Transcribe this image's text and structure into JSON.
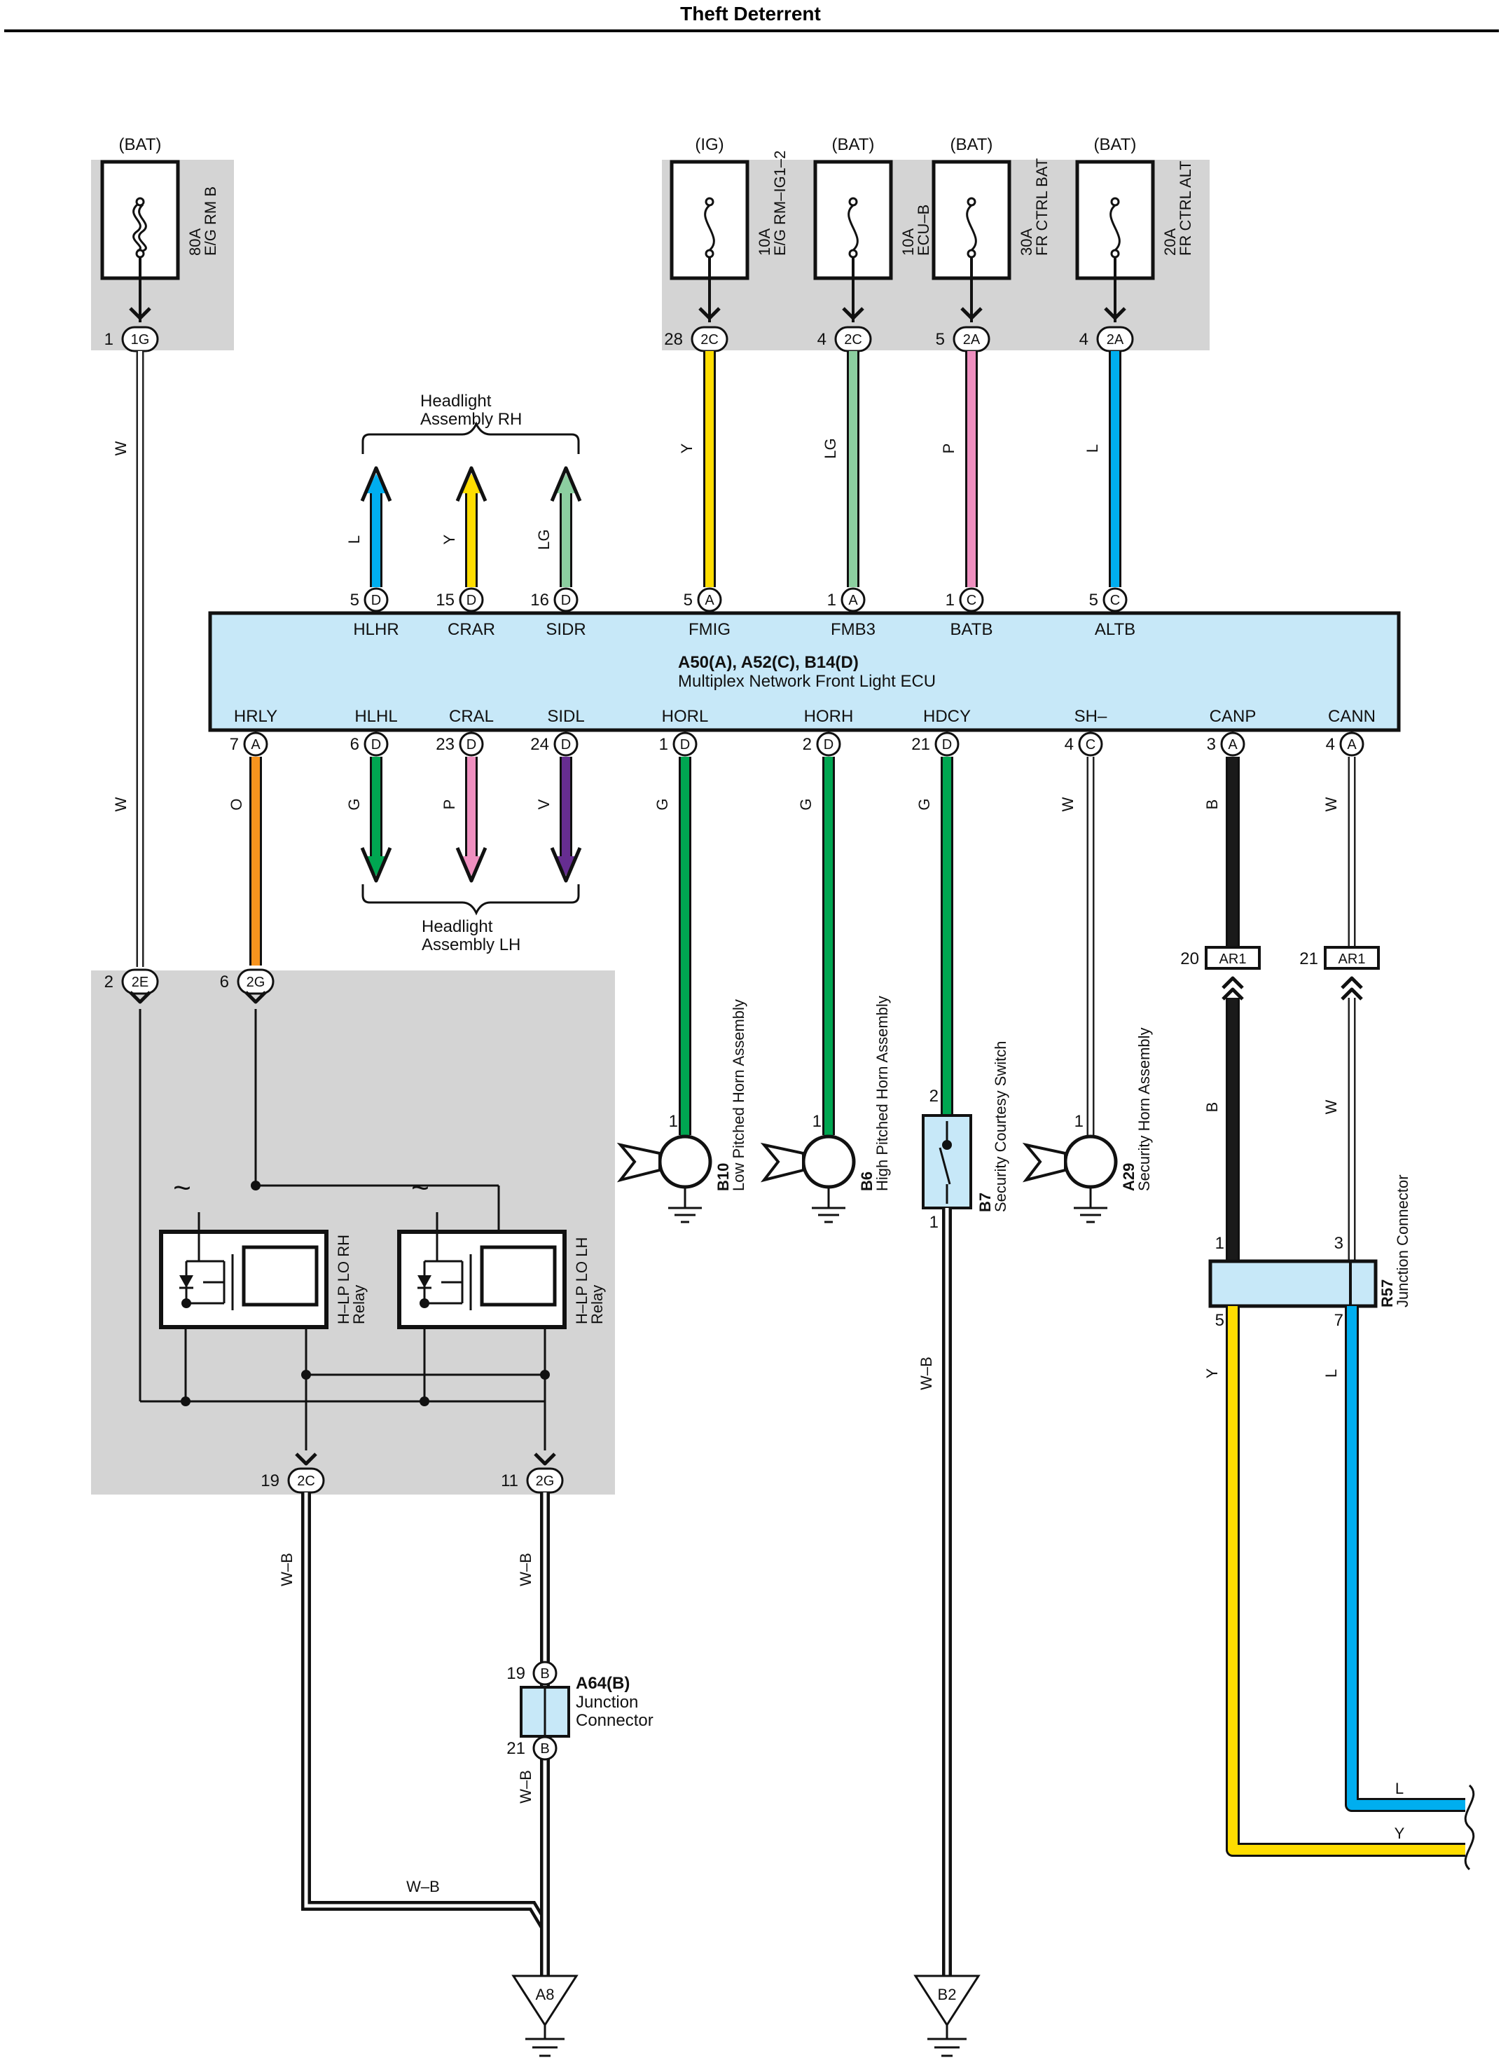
{
  "title": "Theft Deterrent",
  "colors": {
    "W": "#ffffff",
    "Y": "#ffdd00",
    "LG": "#8ccfa0",
    "P": "#ef8fbf",
    "L": "#00aeef",
    "O": "#f7931e",
    "G": "#00a651",
    "V": "#662d91",
    "B": "#1a1a1a",
    "WB": "#ffffff",
    "ecu_fill": "#c7e8f8",
    "shade": "#d4d4d4"
  },
  "fuses": [
    {
      "source": "(BAT)",
      "rating": "80A",
      "name": "E/G RM B",
      "pin": "1",
      "conn": "1G"
    },
    {
      "source": "(IG)",
      "rating": "10A",
      "name": "E/G RM–IG1–2",
      "pin": "28",
      "conn": "2C"
    },
    {
      "source": "(BAT)",
      "rating": "10A",
      "name": "ECU–B",
      "pin": "4",
      "conn": "2C"
    },
    {
      "source": "(BAT)",
      "rating": "30A",
      "name": "FR CTRL BAT",
      "pin": "5",
      "conn": "2A"
    },
    {
      "source": "(BAT)",
      "rating": "20A",
      "name": "FR CTRL ALT",
      "pin": "4",
      "conn": "2A"
    }
  ],
  "ecu": {
    "code": "A50(A), A52(C), B14(D)",
    "name": "Multiplex Network Front Light ECU",
    "top_pins": [
      {
        "num": "5",
        "conn": "D",
        "label": "HLHR",
        "wire": "L"
      },
      {
        "num": "15",
        "conn": "D",
        "label": "CRAR",
        "wire": "Y"
      },
      {
        "num": "16",
        "conn": "D",
        "label": "SIDR",
        "wire": "LG"
      },
      {
        "num": "5",
        "conn": "A",
        "label": "FMIG",
        "wire": "Y"
      },
      {
        "num": "1",
        "conn": "A",
        "label": "FMB3",
        "wire": "LG"
      },
      {
        "num": "1",
        "conn": "C",
        "label": "BATB",
        "wire": "P"
      },
      {
        "num": "5",
        "conn": "C",
        "label": "ALTB",
        "wire": "L"
      }
    ],
    "bottom_pins": [
      {
        "num": "7",
        "conn": "A",
        "label": "HRLY",
        "wire": "O"
      },
      {
        "num": "6",
        "conn": "D",
        "label": "HLHL",
        "wire": "G"
      },
      {
        "num": "23",
        "conn": "D",
        "label": "CRAL",
        "wire": "P"
      },
      {
        "num": "24",
        "conn": "D",
        "label": "SIDL",
        "wire": "V"
      },
      {
        "num": "1",
        "conn": "D",
        "label": "HORL",
        "wire": "G"
      },
      {
        "num": "2",
        "conn": "D",
        "label": "HORH",
        "wire": "G"
      },
      {
        "num": "21",
        "conn": "D",
        "label": "HDCY",
        "wire": "G"
      },
      {
        "num": "4",
        "conn": "C",
        "label": "SH–",
        "wire": "W"
      },
      {
        "num": "3",
        "conn": "A",
        "label": "CANP",
        "wire": "B"
      },
      {
        "num": "4",
        "conn": "A",
        "label": "CANN",
        "wire": "W"
      }
    ]
  },
  "headlight_rh": "Headlight\nAssembly RH",
  "headlight_lh": "Headlight\nAssembly LH",
  "bat_wire": "W",
  "relay_box": {
    "in_pins": [
      {
        "num": "2",
        "conn": "2E"
      },
      {
        "num": "6",
        "conn": "2G"
      }
    ],
    "out_pins": [
      {
        "num": "19",
        "conn": "2C"
      },
      {
        "num": "11",
        "conn": "2G"
      }
    ],
    "relays": [
      {
        "name": "H–LP LO RH",
        "sub": "Relay"
      },
      {
        "name": "H–LP LO LH",
        "sub": "Relay"
      }
    ]
  },
  "horns": [
    {
      "code": "B10",
      "name": "Low Pitched Horn Assembly",
      "pin": "1"
    },
    {
      "code": "B6",
      "name": "High Pitched Horn Assembly",
      "pin": "1"
    },
    {
      "code": "A29",
      "name": "Security Horn Assembly",
      "pin": "1"
    }
  ],
  "courtesy_switch": {
    "code": "B7",
    "name": "Security Courtesy Switch",
    "pin_top": "2",
    "pin_bottom": "1"
  },
  "ar1": [
    {
      "num": "20",
      "conn": "AR1"
    },
    {
      "num": "21",
      "conn": "AR1"
    }
  ],
  "r57": {
    "code": "R57",
    "name": "Junction Connector",
    "pins": [
      "1",
      "3",
      "5",
      "7"
    ]
  },
  "a64": {
    "code": "A64(B)",
    "name": "Junction\nConnector",
    "pins": [
      {
        "num": "19",
        "conn": "B"
      },
      {
        "num": "21",
        "conn": "B"
      }
    ]
  },
  "grounds": [
    "A8",
    "B2"
  ],
  "wire_labels": {
    "wb": "W–B",
    "b": "B",
    "w": "W",
    "l": "L",
    "y": "Y"
  },
  "tilde": "~"
}
